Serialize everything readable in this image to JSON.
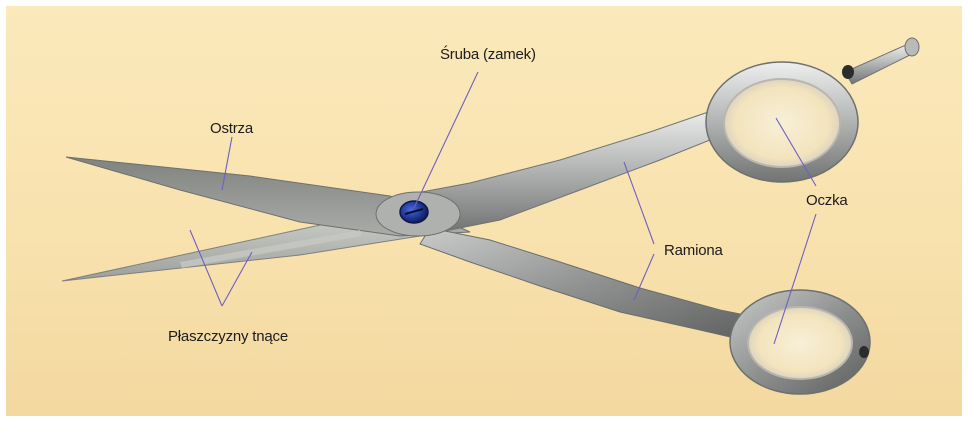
{
  "labels": {
    "sruba": "Śruba (zamek)",
    "ostrza": "Ostrza",
    "plaszczyzny": "Płaszczyzny tnące",
    "ramiona": "Ramiona",
    "oczka": "Oczka"
  },
  "colors": {
    "background": "#f8e4b1",
    "leader_line": "#6f5fc4",
    "metal_light": "#e9ebea",
    "metal_mid": "#a9acaa",
    "metal_dark": "#6d706e",
    "screw": "#203a9c"
  }
}
